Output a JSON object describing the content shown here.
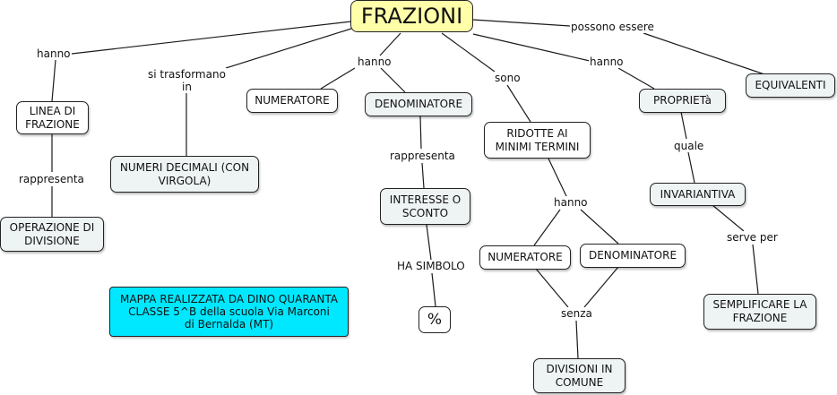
{
  "title": "FRAZIONI",
  "nodes": {
    "linea_di_frazione": "LINEA DI\nFRAZIONE",
    "operazione_di_divisione": "OPERAZIONE DI\nDIVISIONE",
    "numeri_decimali": "NUMERI DECIMALI (CON\nVIRGOLA)",
    "numeratore_top": "NUMERATORE",
    "denominatore_top": "DENOMINATORE",
    "interesse_o_sconto": "INTERESSE O\nSCONTO",
    "percent_symbol": "%",
    "ridotte_minimi_termini": "RIDOTTE AI\nMINIMI TERMINI",
    "numeratore_low": "NUMERATORE",
    "denominatore_low": "DENOMINATORE",
    "divisioni_in_comune": "DIVISIONI IN\nCOMUNE",
    "proprieta": "PROPRIETà",
    "invariantiva": "INVARIANTIVA",
    "semplificare_frazione": "SEMPLIFICARE LA\nFRAZIONE",
    "equivalenti": "EQUIVALENTI",
    "note": "MAPPA REALIZZATA DA DINO QUARANTA\nCLASSE 5^B della scuola Via Marconi\ndi Bernalda (MT)"
  },
  "link_labels": {
    "hanno_left": "hanno",
    "rappresenta_left": "rappresenta",
    "si_trasformano_in": "si trasformano\nin",
    "hanno_center": "hanno",
    "rappresenta_center": "rappresenta",
    "ha_simbolo": "HA SIMBOLO",
    "sono": "sono",
    "hanno_ridotte": "hanno",
    "senza": "senza",
    "hanno_right": "hanno",
    "quale": "quale",
    "serve_per": "serve per",
    "possono_essere": "possono essere"
  },
  "colors": {
    "title_fill": "#ffffaa",
    "node_fill": "#eef3f4",
    "note_fill": "#00e8ff",
    "line": "#1a1a1a"
  }
}
